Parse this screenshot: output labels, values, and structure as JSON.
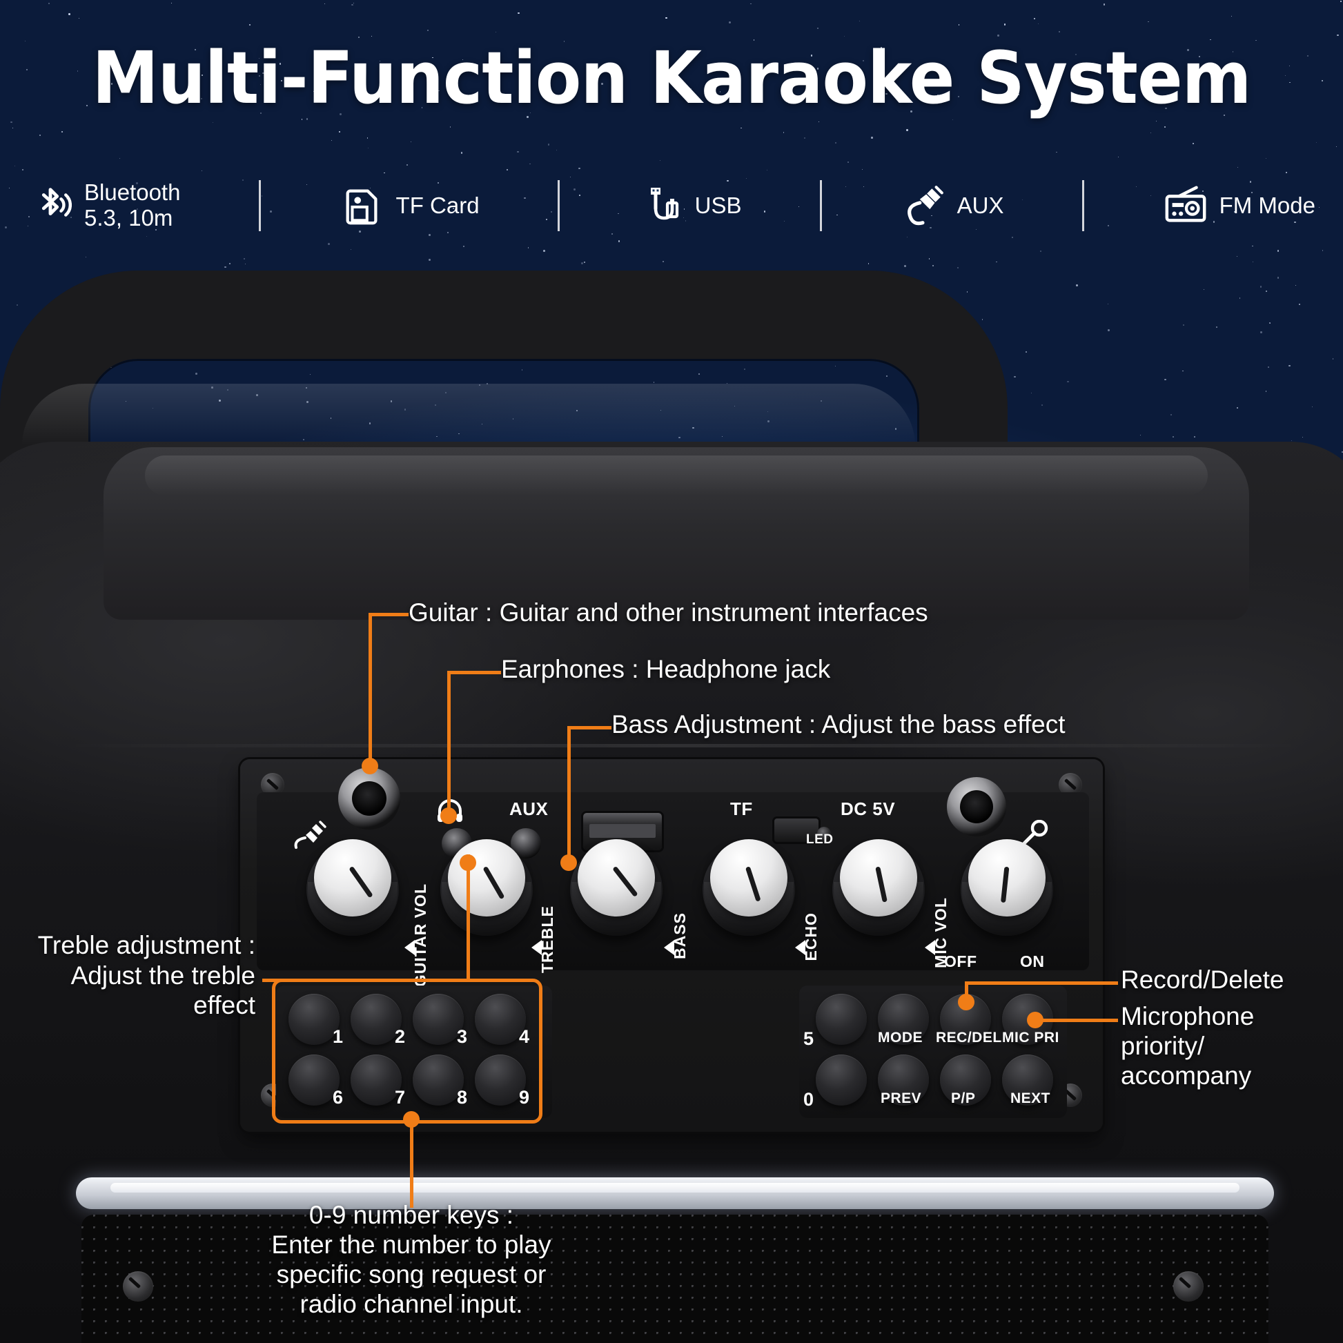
{
  "title": "Multi-Function Karaoke System",
  "accent_color": "#f07d17",
  "features": [
    {
      "icon": "bluetooth-icon",
      "label_line1": "Bluetooth",
      "label_line2": "5.3, 10m"
    },
    {
      "icon": "tf-card-icon",
      "label_line1": "TF Card",
      "label_line2": ""
    },
    {
      "icon": "usb-icon",
      "label_line1": "USB",
      "label_line2": ""
    },
    {
      "icon": "aux-plug-icon",
      "label_line1": "AUX",
      "label_line2": ""
    },
    {
      "icon": "radio-icon",
      "label_line1": "FM Mode",
      "label_line2": ""
    }
  ],
  "callouts": {
    "guitar": "Guitar : Guitar and other instrument interfaces",
    "earphones": "Earphones : Headphone jack",
    "bass": "Bass Adjustment : Adjust the bass effect",
    "treble_l1": "Treble adjustment :",
    "treble_l2": "Adjust the treble",
    "treble_l3": "effect",
    "record_delete": "Record/Delete",
    "mic_priority_l1": "Microphone",
    "mic_priority_l2": "priority/",
    "mic_priority_l3": "accompany",
    "numbers_l1": "0-9 number keys :",
    "numbers_l2": "Enter the number to play",
    "numbers_l3": "specific song request or",
    "numbers_l4": "radio channel input."
  },
  "panel": {
    "knob_labels": [
      "GUITAR VOL",
      "TREBLE",
      "BASS",
      "ECHO",
      "MIC VOL"
    ],
    "port_labels": {
      "headphone_icon": "headphone-icon",
      "aux": "AUX",
      "tf": "TF",
      "dc": "DC 5V",
      "led": "LED",
      "off": "OFF",
      "on": "ON",
      "mic_icon": "microphone-icon",
      "guitar_icon": "guitar-plug-icon"
    },
    "number_keys_left": [
      "1",
      "2",
      "3",
      "4",
      "6",
      "7",
      "8",
      "9"
    ],
    "right_keys": {
      "numbers": [
        "5",
        "0"
      ],
      "row1": [
        "MODE",
        "REC/DEL",
        "MIC PRI"
      ],
      "row2": [
        "PREV",
        "P/P",
        "NEXT"
      ]
    }
  }
}
